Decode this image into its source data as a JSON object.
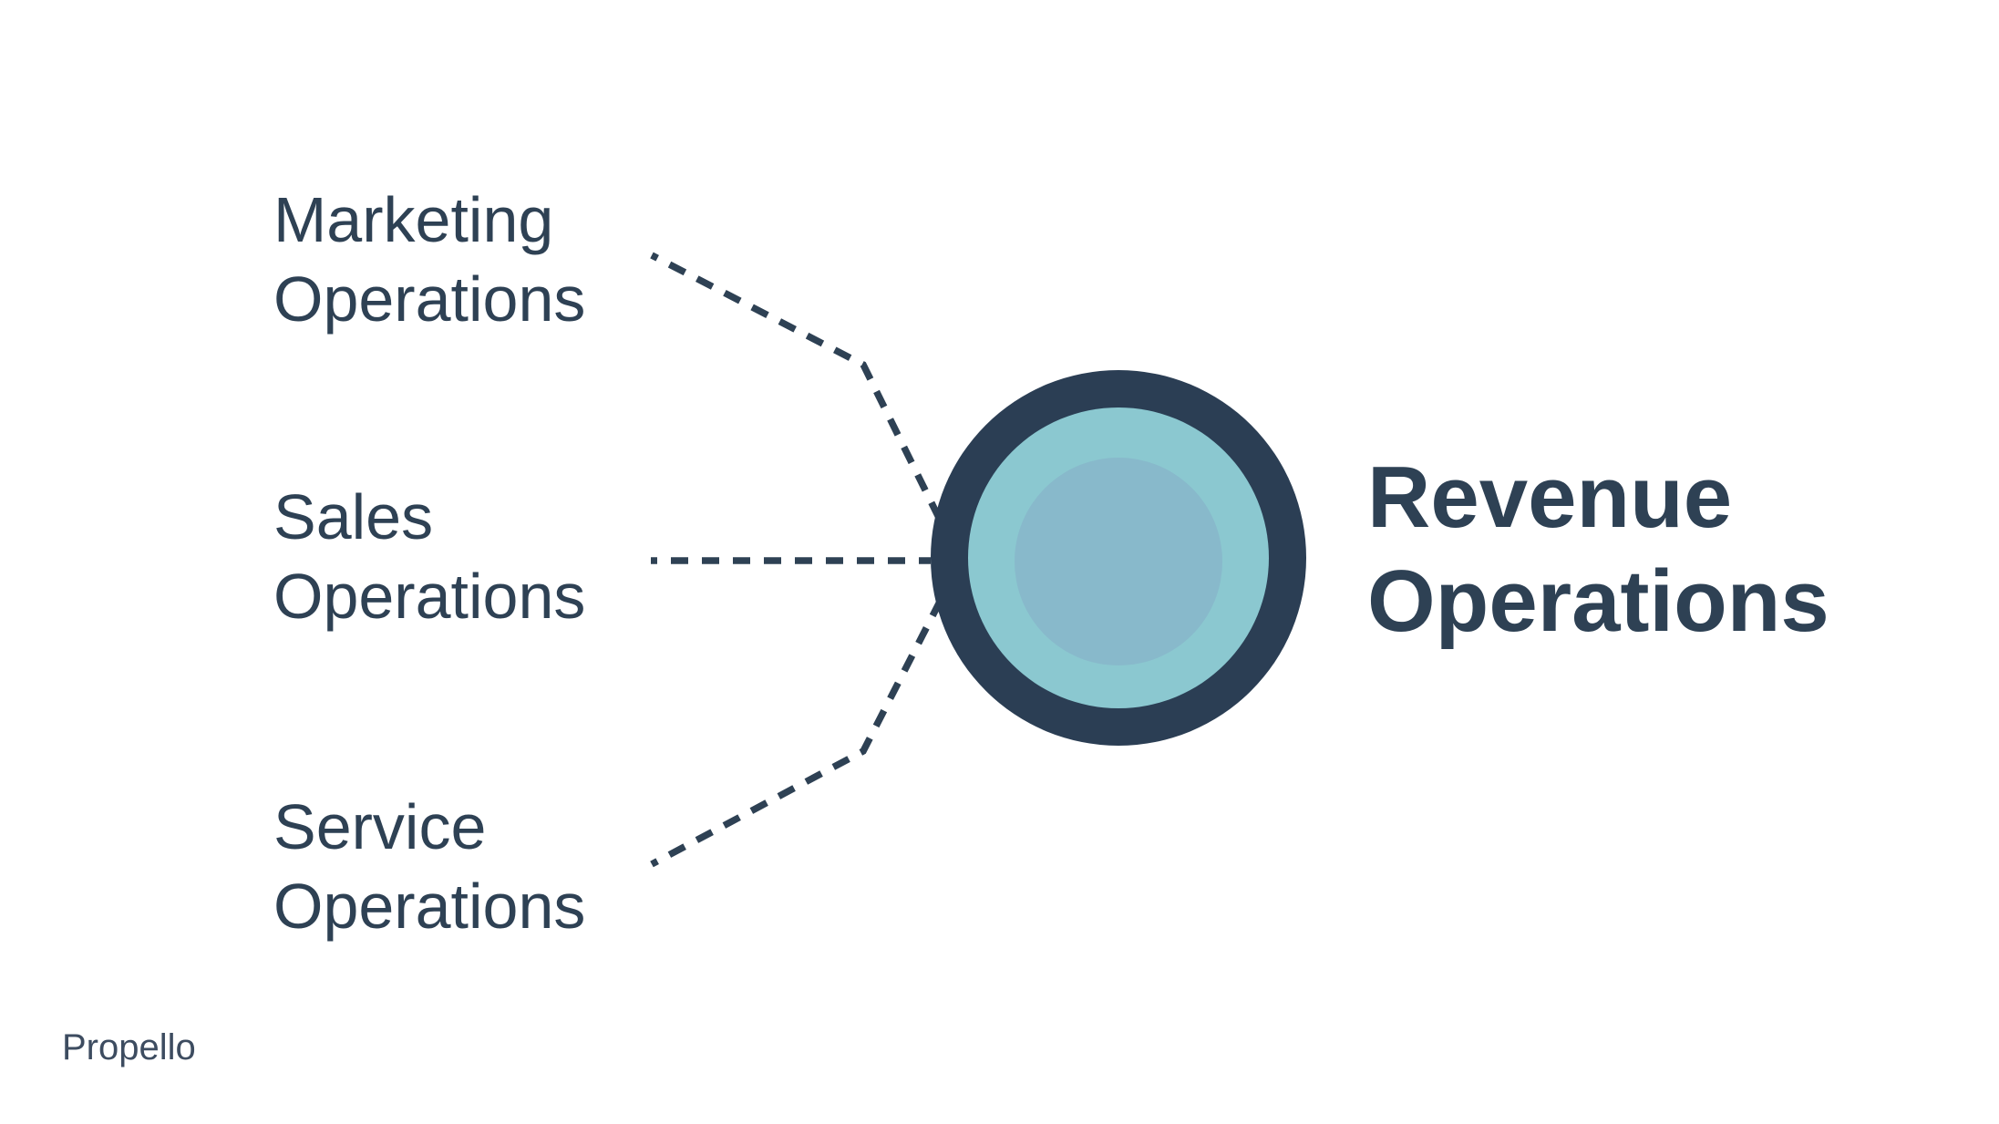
{
  "slide": {
    "background": "#ffffff",
    "footer_logo": "Propello"
  },
  "colors": {
    "ring_navy": "#2b3e54",
    "circle_teal": "#8bc8d0",
    "circle_inner_blue": "#88b9cb",
    "connector_line": "#2e4154",
    "text_dark": "#2e4154"
  },
  "diagram": {
    "hub": {
      "label": "Revenue\nOperations"
    },
    "spokes": [
      {
        "label": "Marketing\nOperations"
      },
      {
        "label": "Sales\nOperations"
      },
      {
        "label": "Service\nOperations"
      }
    ]
  }
}
